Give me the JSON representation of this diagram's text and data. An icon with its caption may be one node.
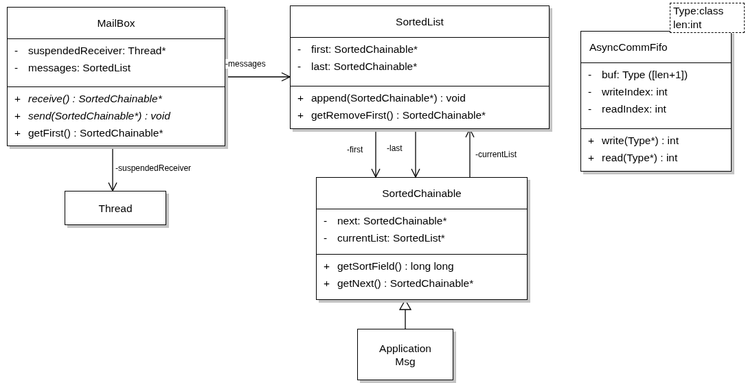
{
  "diagram": {
    "nodes": [
      {
        "text": [
          "MailBox",
          "-",
          "suspendedReceiver:  Thread*",
          "-",
          "messages:  SortedList",
          "+",
          "receive() : SortedChainable*",
          "+",
          "send(SortedChainable*) : void",
          "+",
          "getFirst() : SortedChainable*"
        ]
      },
      {
        "text": [
          "SortedList",
          "-",
          "first:  SortedChainable*",
          "-",
          "last:  SortedChainable*",
          "+",
          "append(SortedChainable*) : void",
          "+",
          "getRemoveFirst() : SortedChainable*"
        ]
      },
      {
        "text": [
          "AsyncCommFifo",
          "-",
          "buf:  Type ([len+1])",
          "-",
          "writeIndex:  int",
          "-",
          "readIndex:  int",
          "+",
          "write(Type*) : int",
          "+",
          "read(Type*) : int"
        ]
      },
      {
        "text": [
          "Type:class len:int"
        ]
      },
      {
        "text": [
          "Thread"
        ]
      },
      {
        "text": [
          "SortedChainable",
          "-",
          "next:  SortedChainable*",
          "-",
          "currentList:  SortedList*",
          "+",
          "getSortField() : long long",
          "+",
          "getNext() : SortedChainable*"
        ]
      },
      {
        "text": [
          "Application Msg"
        ]
      }
    ],
    "edges": [
      {
        "from": 0,
        "to": 1,
        "arrow": "to",
        "label": "-messages"
      },
      {
        "from": 0,
        "to": 4,
        "arrow": "to",
        "label": "-suspendedReceiver"
      },
      {
        "from": 1,
        "to": 5,
        "arrow": "to",
        "label": "-first"
      },
      {
        "from": 1,
        "to": 5,
        "arrow": "to",
        "label": "-last"
      },
      {
        "from": 5,
        "to": 1,
        "arrow": "to",
        "label": "-currentList"
      },
      {
        "from": 6,
        "to": 5,
        "arrow": "to"
      }
    ]
  }
}
